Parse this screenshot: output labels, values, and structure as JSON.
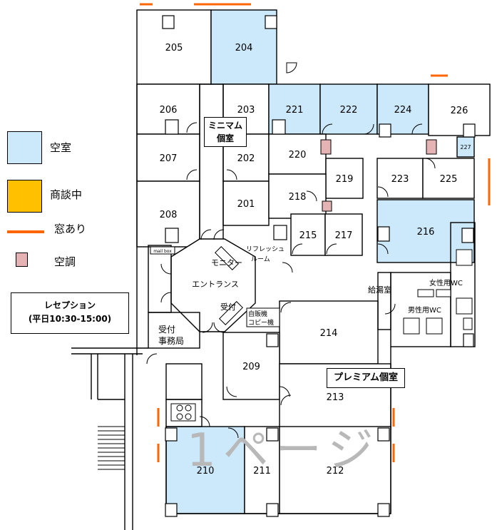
{
  "legend": {
    "vacant": {
      "label": "空室",
      "color": "#cce9fb"
    },
    "negotiating": {
      "label": "商談中",
      "color": "#ffc000"
    },
    "window": {
      "label": "窓あり",
      "color": "#ff6600"
    },
    "aircon": {
      "label": "空調",
      "color": "#e5b3b3"
    }
  },
  "reception_sign": {
    "line1": "レセプション",
    "line2": "(平日10:30-15:00)"
  },
  "area_labels": {
    "minimum_line1": "ミニマム",
    "minimum_line2": "個室",
    "premium": "プレミアム個室",
    "entrance": "エントランス",
    "monitor": "モニター",
    "reception_desk": "受付",
    "refresh_line1": "リフレッシュ",
    "refresh_line2": "ルーム",
    "mailbox": "mail box",
    "vending_line1": "自販機",
    "vending_line2": "コピー機",
    "office_line1": "受付",
    "office_line2": "事務局",
    "kitchen": "給湯室",
    "womens_wc": "女性用WC",
    "mens_wc": "男性用WC",
    "watermark": "1ページ"
  },
  "rooms": [
    {
      "id": "205",
      "status": "occupied"
    },
    {
      "id": "204",
      "status": "vacant"
    },
    {
      "id": "206",
      "status": "occupied"
    },
    {
      "id": "203",
      "status": "occupied"
    },
    {
      "id": "221",
      "status": "vacant"
    },
    {
      "id": "222",
      "status": "vacant"
    },
    {
      "id": "224",
      "status": "vacant"
    },
    {
      "id": "226",
      "status": "occupied"
    },
    {
      "id": "207",
      "status": "occupied"
    },
    {
      "id": "202",
      "status": "occupied"
    },
    {
      "id": "220",
      "status": "occupied"
    },
    {
      "id": "227",
      "status": "vacant"
    },
    {
      "id": "219",
      "status": "occupied"
    },
    {
      "id": "223",
      "status": "occupied"
    },
    {
      "id": "225",
      "status": "occupied"
    },
    {
      "id": "208",
      "status": "occupied"
    },
    {
      "id": "201",
      "status": "occupied"
    },
    {
      "id": "218",
      "status": "occupied"
    },
    {
      "id": "215",
      "status": "occupied"
    },
    {
      "id": "217",
      "status": "occupied"
    },
    {
      "id": "216",
      "status": "vacant"
    },
    {
      "id": "214",
      "status": "occupied"
    },
    {
      "id": "209",
      "status": "occupied"
    },
    {
      "id": "213",
      "status": "occupied"
    },
    {
      "id": "210",
      "status": "vacant"
    },
    {
      "id": "211",
      "status": "occupied"
    },
    {
      "id": "212",
      "status": "occupied"
    }
  ]
}
